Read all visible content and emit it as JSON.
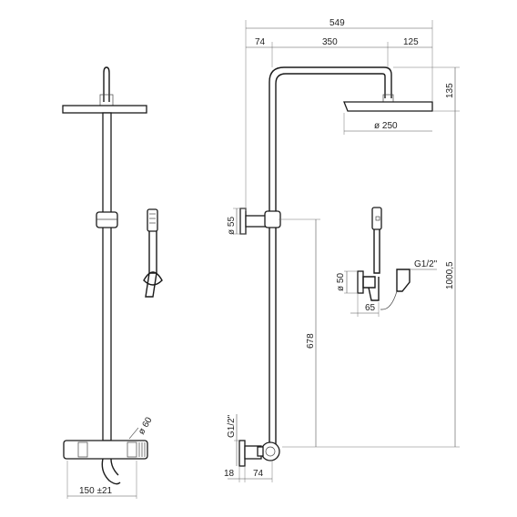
{
  "dimensions": {
    "overall_width": "549",
    "offset_left": "74",
    "arm_length": "350",
    "head_overhang": "125",
    "head_drop": "135",
    "head_diameter": "ø 250",
    "total_height": "1000,5",
    "bracket_diameter": "ø 55",
    "handshower_holder_diameter": "ø 50",
    "holder_depth": "65",
    "hose_thread": "G1/2\"",
    "riser_length": "678",
    "inlet_thread": "G1/2\"",
    "wall_offset_small": "18",
    "wall_offset": "74",
    "valve_diameter": "ø 60",
    "inlet_spacing": "150 ±21"
  }
}
